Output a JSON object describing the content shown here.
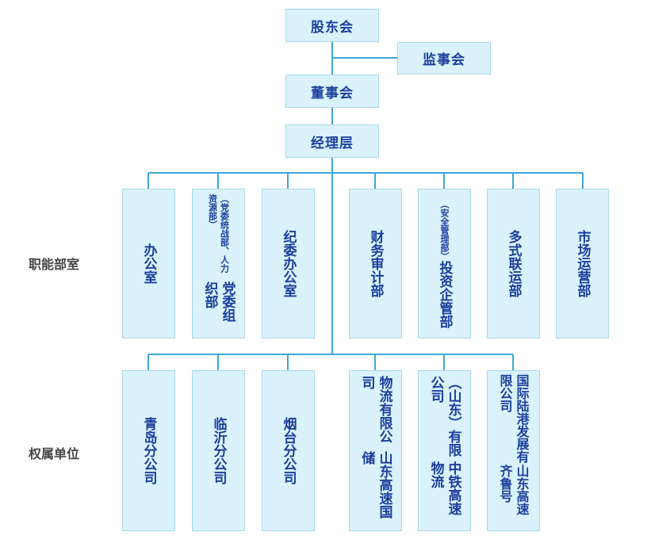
{
  "top": {
    "shareholders": "股东会",
    "supervisors": "监事会",
    "board": "董事会",
    "management": "经理层"
  },
  "categories": {
    "functional": "职能部室",
    "affiliated": "权属单位"
  },
  "departments": [
    {
      "main": "办公室"
    },
    {
      "main": "党委组织部",
      "sub": "（党委统战部、人力资源部）"
    },
    {
      "main": "纪委办公室"
    },
    {
      "main": "财务审计部"
    },
    {
      "main": "投资企管部",
      "sub": "（安全管理部）"
    },
    {
      "main": "多式联运部"
    },
    {
      "main": "市场运营部"
    }
  ],
  "units": [
    {
      "line1": "青岛分公司"
    },
    {
      "line1": "临沂分公司"
    },
    {
      "line1": "烟台分公司"
    },
    {
      "line1": "山东高速国储",
      "line2": "物流有限公司"
    },
    {
      "line1": "中铁高速物流",
      "line2": "（山东）有限公司"
    },
    {
      "line1": "山东高速齐鲁号",
      "line2": "国际陆港发展有限公司"
    }
  ]
}
